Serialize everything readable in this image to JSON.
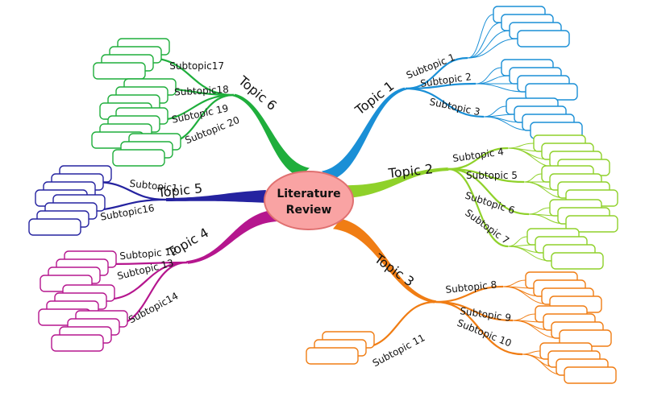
{
  "center": {
    "label_line1": "Literature",
    "label_line2": "Review",
    "fill": "#f9a3a3",
    "stroke": "#e07070"
  },
  "topics": [
    {
      "label": "Topic 1",
      "color": "#1a8fd6",
      "head_fill": "#9fd0f5",
      "subtopics": [
        "Subtopic 1",
        "Subtopic 2",
        "Subtopic 3"
      ]
    },
    {
      "label": "Topic 2",
      "color": "#8fd12a",
      "head_fill": "#b8e27a",
      "subtopics": [
        "Subtopic 4",
        "Subtopic 5",
        "Subtopic 6",
        "Subtopic 7"
      ]
    },
    {
      "label": "Topic 3",
      "color": "#f07d14",
      "head_fill": "#ffb01a",
      "subtopics": [
        "Subtopic 8",
        "Subtopic 9",
        "Subtopic 10",
        "Subtopic 11"
      ]
    },
    {
      "label": "Topic 4",
      "color": "#b5168e",
      "head_fill": "#ee1111",
      "subtopics": [
        "Subtopic 12",
        "Subtopic 13",
        "Subtopic14"
      ]
    },
    {
      "label": "Topic 5",
      "color": "#2523a0",
      "head_fill": "#2f5fe6",
      "subtopics": [
        "Subtopic1",
        "Subtopic16"
      ]
    },
    {
      "label": "Topic 6",
      "color": "#1fae3c",
      "head_fill": "#6ccc3a",
      "subtopics": [
        "Subtopic17",
        "Subtopic18",
        "Subtopic 19",
        "Subtopic 20"
      ]
    }
  ]
}
